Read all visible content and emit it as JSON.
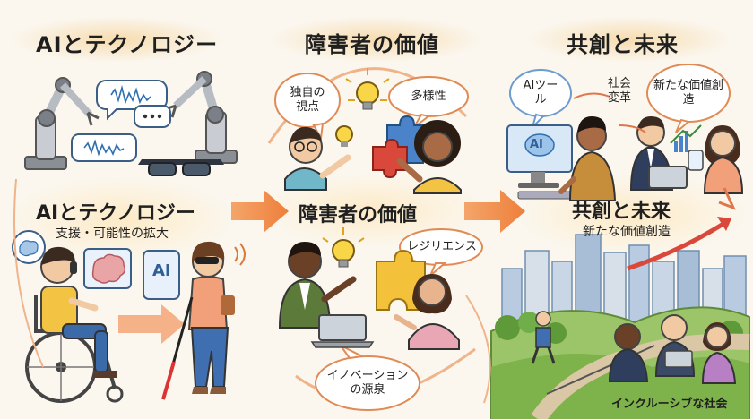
{
  "panels": [
    {
      "header": "AIとテクノロジー",
      "center_title": "AIとテクノロジー",
      "center_subtitle": "支援・可能性の拡大",
      "screen_label": "AI"
    },
    {
      "header": "障害者の価値",
      "center_title": "障害者の価値",
      "bubbles": [
        "独自の視点",
        "多様性",
        "レジリエンス",
        "イノベーションの源泉"
      ]
    },
    {
      "header": "共創と未来",
      "center_title": "共創と未来",
      "center_subtitle": "新たな価値創造",
      "bubbles": [
        "AIツール",
        "社会変革",
        "新たな価値創造"
      ],
      "screen_label": "AI",
      "caption": "インクルーシブな社会"
    }
  ]
}
